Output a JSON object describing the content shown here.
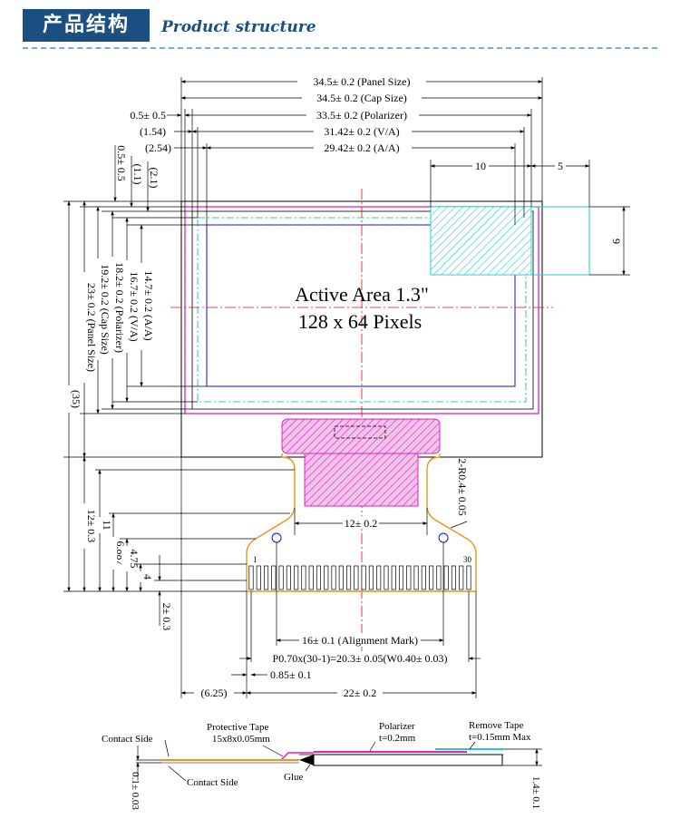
{
  "header": {
    "title_cn": "产品结构",
    "title_en": "Product structure"
  },
  "colors": {
    "header_bg": "#1b4f82",
    "header_dash": "#7aaad8",
    "magenta": "#e020c8",
    "blue": "#1010d0",
    "cyan": "#20c8d8",
    "centerline": "#e01010",
    "fpc": "#e8961e"
  },
  "front_view": {
    "active_area_title": "Active Area 1.3\"",
    "active_area_pixels": "128 x 64 Pixels",
    "top_dims": {
      "panel": "34.5± 0.2 (Panel Size)",
      "cap": "34.5± 0.2 (Cap Size)",
      "pol_offset": "0.5± 0.5",
      "polarizer": "33.5± 0.2 (Polarizer)",
      "va_offset": "(1.54)",
      "va": "31.42± 0.2 (V/A)",
      "aa_offset": "(2.54)",
      "aa": "29.42± 0.2 (A/A)",
      "detail_w10": "10",
      "detail_w5": "5",
      "detail_h9": "9"
    },
    "left_dims": {
      "v_offset_05": "0.5± 0.5",
      "v_offset_11": "(1.1)",
      "v_offset_21": "(2.1)",
      "aa_h": "14.7± 0.2 (A/A)",
      "va_h": "16.7± 0.2 (V/A)",
      "pol_h": "18.2± 0.2 (Polarizer)",
      "cap_h": "19.2± 0.2 (Cap Size)",
      "panel_h": "23± 0.2 (Panel Size)",
      "total_h": "(35)",
      "fpc_h": "12± 0.3",
      "fpc_11": "11",
      "fpc_6887": "6.887",
      "fpc_475": "4.75",
      "fpc_4": "4",
      "fpc_2": "2± 0.3"
    },
    "bottom_dims": {
      "neck_w": "12± 0.2",
      "radius": "2-R0.4± 0.05",
      "pin_first": "1",
      "pin_last": "30",
      "alignment": "16± 0.1 (Alignment Mark)",
      "pitch": "P0.70x(30-1)=20.3± 0.05(W0.40± 0.03)",
      "pad_w": "0.85± 0.1",
      "fpc_offset": "(6.25)",
      "fpc_w": "22± 0.2"
    }
  },
  "side_view": {
    "contact_side_top": "Contact Side",
    "contact_side_bottom": "Contact Side",
    "protective_tape": "Protective Tape",
    "protective_tape_size": "15x8x0.05mm",
    "polarizer": "Polarizer",
    "polarizer_t": "t=0.2mm",
    "remove_tape": "Remove Tape",
    "remove_tape_t": "t=0.15mm Max",
    "glue": "Glue",
    "fpc_thickness": "0.1± 0.03",
    "panel_thickness": "1.4± 0.1"
  }
}
